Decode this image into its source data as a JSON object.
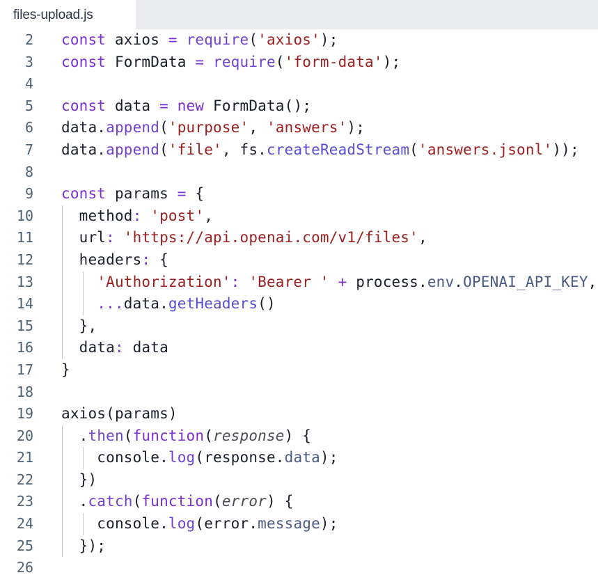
{
  "editor": {
    "tab": {
      "label": "files-upload.js",
      "active": true
    },
    "theme": {
      "background": "#ffffff",
      "tabbar_background": "#eaebee",
      "line_number_color": "#4d6275",
      "keyword_color": "#7b2fd6",
      "function_color": "#6f42d1",
      "string_color": "#9c2020",
      "property_color": "#4a5b86",
      "text_color": "#1b1f2a",
      "indent_guide_color": "#c9c4d6"
    },
    "language": "javascript",
    "first_visible_line": 2,
    "last_visible_line": 26,
    "lines": [
      {
        "n": "2",
        "text": "const axios = require('axios');",
        "guides": 0
      },
      {
        "n": "3",
        "text": "const FormData = require('form-data');",
        "guides": 0
      },
      {
        "n": "4",
        "text": "",
        "guides": 0
      },
      {
        "n": "5",
        "text": "const data = new FormData();",
        "guides": 0
      },
      {
        "n": "6",
        "text": "data.append('purpose', 'answers');",
        "guides": 0
      },
      {
        "n": "7",
        "text": "data.append('file', fs.createReadStream('answers.jsonl'));",
        "guides": 0
      },
      {
        "n": "8",
        "text": "",
        "guides": 0
      },
      {
        "n": "9",
        "text": "const params = {",
        "guides": 0
      },
      {
        "n": "10",
        "text": "  method: 'post',",
        "guides": 1
      },
      {
        "n": "11",
        "text": "  url: 'https://api.openai.com/v1/files',",
        "guides": 1
      },
      {
        "n": "12",
        "text": "  headers: {",
        "guides": 1
      },
      {
        "n": "13",
        "text": "    'Authorization': 'Bearer ' + process.env.OPENAI_API_KEY,",
        "guides": 2
      },
      {
        "n": "14",
        "text": "    ...data.getHeaders()",
        "guides": 2
      },
      {
        "n": "15",
        "text": "  },",
        "guides": 1
      },
      {
        "n": "16",
        "text": "  data: data",
        "guides": 1
      },
      {
        "n": "17",
        "text": "}",
        "guides": 0
      },
      {
        "n": "18",
        "text": "",
        "guides": 0
      },
      {
        "n": "19",
        "text": "axios(params)",
        "guides": 0
      },
      {
        "n": "20",
        "text": "  .then(function(response) {",
        "guides": 1
      },
      {
        "n": "21",
        "text": "    console.log(response.data);",
        "guides": 2
      },
      {
        "n": "22",
        "text": "  })",
        "guides": 1
      },
      {
        "n": "23",
        "text": "  .catch(function(error) {",
        "guides": 1
      },
      {
        "n": "24",
        "text": "    console.log(error.message);",
        "guides": 2
      },
      {
        "n": "25",
        "text": "  });",
        "guides": 1
      },
      {
        "n": "26",
        "text": "",
        "guides": 0
      }
    ],
    "tokens": [
      [
        [
          "const",
          "kw"
        ],
        [
          " ",
          "plain"
        ],
        [
          "axios",
          "plain"
        ],
        [
          " ",
          "plain"
        ],
        [
          "=",
          "op"
        ],
        [
          " ",
          "plain"
        ],
        [
          "require",
          "fn"
        ],
        [
          "(",
          "plain"
        ],
        [
          "'axios'",
          "str"
        ],
        [
          ")",
          "plain"
        ],
        [
          ";",
          "plain"
        ]
      ],
      [
        [
          "const",
          "kw"
        ],
        [
          " ",
          "plain"
        ],
        [
          "FormData",
          "plain"
        ],
        [
          " ",
          "plain"
        ],
        [
          "=",
          "op"
        ],
        [
          " ",
          "plain"
        ],
        [
          "require",
          "fn"
        ],
        [
          "(",
          "plain"
        ],
        [
          "'form-data'",
          "str"
        ],
        [
          ")",
          "plain"
        ],
        [
          ";",
          "plain"
        ]
      ],
      [],
      [
        [
          "const",
          "kw"
        ],
        [
          " ",
          "plain"
        ],
        [
          "data",
          "plain"
        ],
        [
          " ",
          "plain"
        ],
        [
          "=",
          "op"
        ],
        [
          " ",
          "plain"
        ],
        [
          "new",
          "kw"
        ],
        [
          " ",
          "plain"
        ],
        [
          "FormData",
          "plain"
        ],
        [
          "();",
          "plain"
        ]
      ],
      [
        [
          "data",
          "plain"
        ],
        [
          ".",
          "plain"
        ],
        [
          "append",
          "fn"
        ],
        [
          "(",
          "plain"
        ],
        [
          "'purpose'",
          "str"
        ],
        [
          ", ",
          "plain"
        ],
        [
          "'answers'",
          "str"
        ],
        [
          ");",
          "plain"
        ]
      ],
      [
        [
          "data",
          "plain"
        ],
        [
          ".",
          "plain"
        ],
        [
          "append",
          "fn"
        ],
        [
          "(",
          "plain"
        ],
        [
          "'file'",
          "str"
        ],
        [
          ", ",
          "plain"
        ],
        [
          "fs",
          "plain"
        ],
        [
          ".",
          "plain"
        ],
        [
          "createReadStream",
          "fn2"
        ],
        [
          "(",
          "plain"
        ],
        [
          "'answers.jsonl'",
          "str"
        ],
        [
          "));",
          "plain"
        ]
      ],
      [],
      [
        [
          "const",
          "kw"
        ],
        [
          " ",
          "plain"
        ],
        [
          "params",
          "plain"
        ],
        [
          " ",
          "plain"
        ],
        [
          "=",
          "op"
        ],
        [
          " ",
          "plain"
        ],
        [
          "{",
          "plain"
        ]
      ],
      [
        [
          "  ",
          "plain"
        ],
        [
          "method",
          "plain"
        ],
        [
          ":",
          "op"
        ],
        [
          " ",
          "plain"
        ],
        [
          "'post'",
          "str"
        ],
        [
          ",",
          "plain"
        ]
      ],
      [
        [
          "  ",
          "plain"
        ],
        [
          "url",
          "plain"
        ],
        [
          ":",
          "op"
        ],
        [
          " ",
          "plain"
        ],
        [
          "'https://api.openai.com/v1/files'",
          "str"
        ],
        [
          ",",
          "plain"
        ]
      ],
      [
        [
          "  ",
          "plain"
        ],
        [
          "headers",
          "plain"
        ],
        [
          ":",
          "op"
        ],
        [
          " ",
          "plain"
        ],
        [
          "{",
          "plain"
        ]
      ],
      [
        [
          "    ",
          "plain"
        ],
        [
          "'Authorization'",
          "str"
        ],
        [
          ":",
          "op"
        ],
        [
          " ",
          "plain"
        ],
        [
          "'Bearer '",
          "str"
        ],
        [
          " ",
          "plain"
        ],
        [
          "+",
          "op"
        ],
        [
          " ",
          "plain"
        ],
        [
          "process",
          "plain"
        ],
        [
          ".",
          "plain"
        ],
        [
          "env",
          "prop"
        ],
        [
          ".",
          "plain"
        ],
        [
          "OPENAI_API_KEY",
          "prop"
        ],
        [
          ",",
          "plain"
        ]
      ],
      [
        [
          "    ",
          "plain"
        ],
        [
          "...",
          "op"
        ],
        [
          "data",
          "plain"
        ],
        [
          ".",
          "plain"
        ],
        [
          "getHeaders",
          "fn2"
        ],
        [
          "()",
          "plain"
        ]
      ],
      [
        [
          "  ",
          "plain"
        ],
        [
          "},",
          "plain"
        ]
      ],
      [
        [
          "  ",
          "plain"
        ],
        [
          "data",
          "plain"
        ],
        [
          ":",
          "op"
        ],
        [
          " ",
          "plain"
        ],
        [
          "data",
          "plain"
        ]
      ],
      [
        [
          "}",
          "plain"
        ]
      ],
      [],
      [
        [
          "axios",
          "plain"
        ],
        [
          "(",
          "plain"
        ],
        [
          "params",
          "plain"
        ],
        [
          ")",
          "plain"
        ]
      ],
      [
        [
          "  ",
          "plain"
        ],
        [
          ".",
          "plain"
        ],
        [
          "then",
          "fn"
        ],
        [
          "(",
          "plain"
        ],
        [
          "function",
          "kw"
        ],
        [
          "(",
          "plain"
        ],
        [
          "response",
          "param"
        ],
        [
          ")",
          "plain"
        ],
        [
          " {",
          "plain"
        ]
      ],
      [
        [
          "    ",
          "plain"
        ],
        [
          "console",
          "plain"
        ],
        [
          ".",
          "plain"
        ],
        [
          "log",
          "fn"
        ],
        [
          "(",
          "plain"
        ],
        [
          "response",
          "plain"
        ],
        [
          ".",
          "plain"
        ],
        [
          "data",
          "prop"
        ],
        [
          ");",
          "plain"
        ]
      ],
      [
        [
          "  ",
          "plain"
        ],
        [
          "})",
          "plain"
        ]
      ],
      [
        [
          "  ",
          "plain"
        ],
        [
          ".",
          "plain"
        ],
        [
          "catch",
          "fn"
        ],
        [
          "(",
          "plain"
        ],
        [
          "function",
          "kw"
        ],
        [
          "(",
          "plain"
        ],
        [
          "error",
          "param"
        ],
        [
          ")",
          "plain"
        ],
        [
          " {",
          "plain"
        ]
      ],
      [
        [
          "    ",
          "plain"
        ],
        [
          "console",
          "plain"
        ],
        [
          ".",
          "plain"
        ],
        [
          "log",
          "fn"
        ],
        [
          "(",
          "plain"
        ],
        [
          "error",
          "plain"
        ],
        [
          ".",
          "plain"
        ],
        [
          "message",
          "prop"
        ],
        [
          ");",
          "plain"
        ]
      ],
      [
        [
          "  ",
          "plain"
        ],
        [
          "});",
          "plain"
        ]
      ],
      []
    ]
  }
}
